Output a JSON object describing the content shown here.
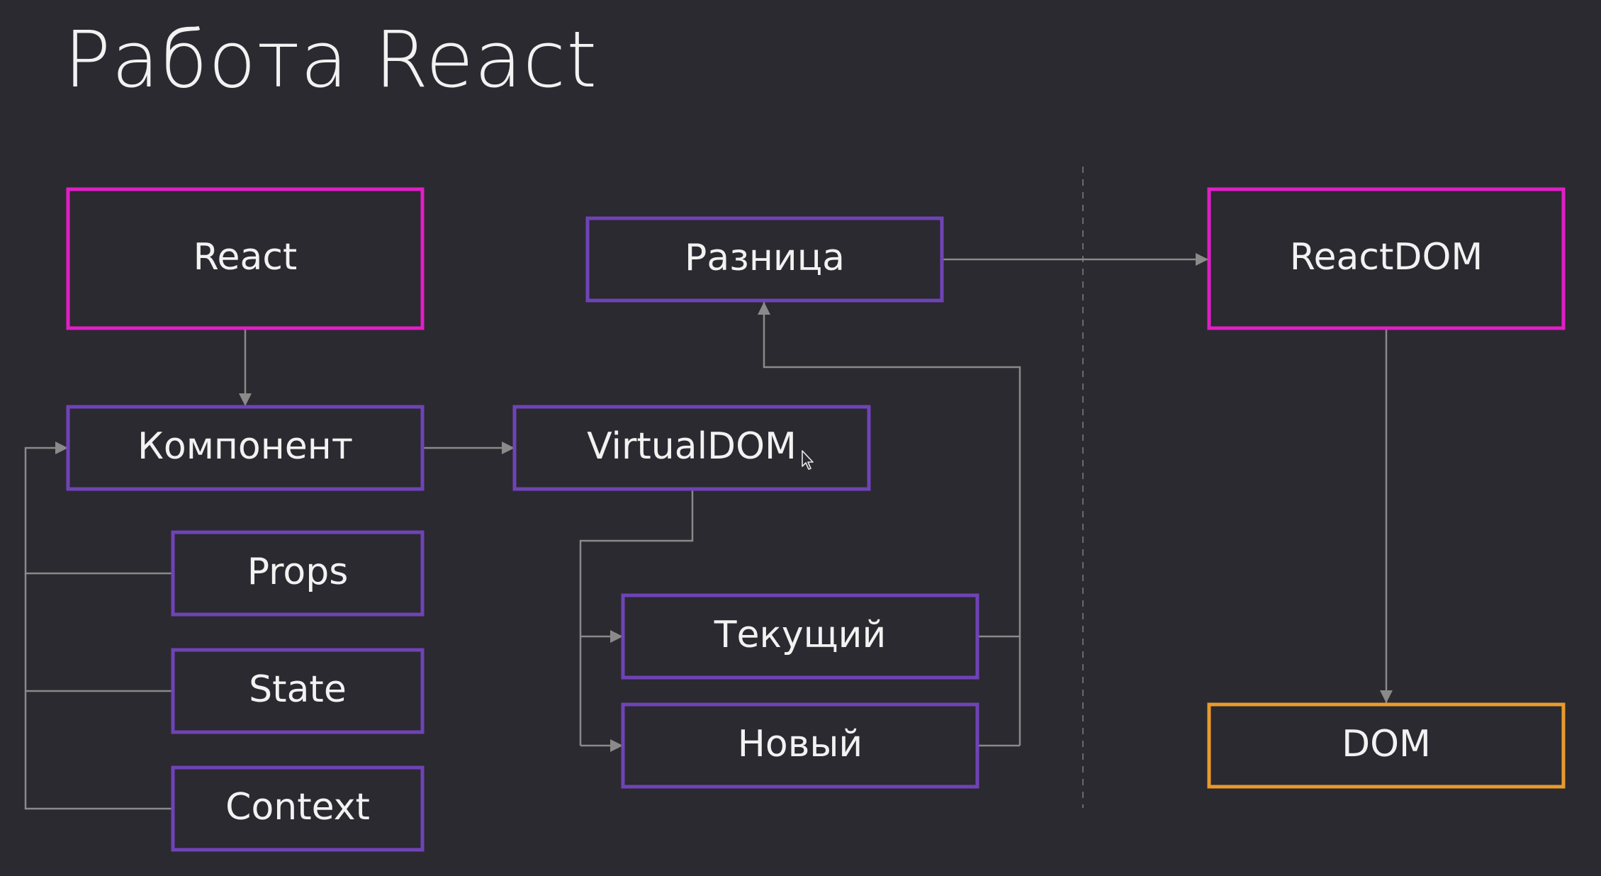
{
  "title": "Работа React",
  "colors": {
    "background": "#2b2a30",
    "magenta": "#e11ec6",
    "purple": "#6f43b7",
    "orange": "#e99a2c",
    "line": "#8a8a8a",
    "text": "#f2f2f2"
  },
  "nodes": {
    "react": "React",
    "component": "Компонент",
    "props": "Props",
    "state": "State",
    "context": "Context",
    "virtualdom": "VirtualDOM",
    "diff": "Разница",
    "current": "Текущий",
    "new": "Новый",
    "reactdom": "ReactDOM",
    "dom": "DOM"
  }
}
